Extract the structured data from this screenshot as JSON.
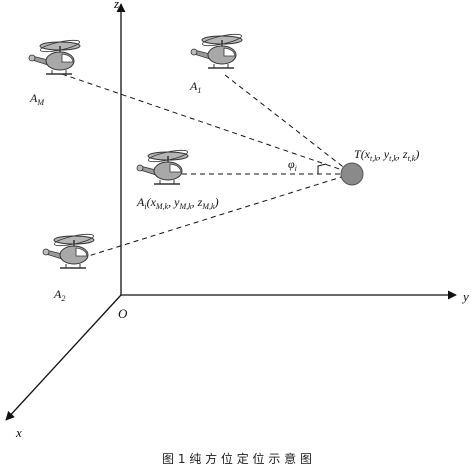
{
  "axes": {
    "origin_label": "O",
    "x_label": "x",
    "y_label": "y",
    "z_label": "z"
  },
  "target": {
    "name": "T",
    "coord_text": "(x",
    "sub1": "t,k",
    "sep1": ", y",
    "sub2": "t,k",
    "sep2": ", z",
    "sub3": "t,k",
    "close": ")"
  },
  "observers": [
    {
      "id": "AM",
      "name": "A",
      "sub": "M"
    },
    {
      "id": "A1",
      "name": "A",
      "sub": "1"
    },
    {
      "id": "Ai",
      "name": "A",
      "sub": "i",
      "coord_text": "(x",
      "c_sub1": "M,k",
      "c_sep1": ", y",
      "c_sub2": "M,k",
      "c_sep2": ", z",
      "c_sub3": "M,k",
      "c_close": ")"
    },
    {
      "id": "A2",
      "name": "A",
      "sub": "2"
    }
  ],
  "angle": {
    "symbol": "φ",
    "sub": "i"
  },
  "caption": "图 1  纯 方 位 定 位 示 意 图",
  "colors": {
    "line": "#111111",
    "target_fill": "#8a8a8a",
    "heli_body": "#a8a8a8",
    "heli_dark": "#444444"
  }
}
